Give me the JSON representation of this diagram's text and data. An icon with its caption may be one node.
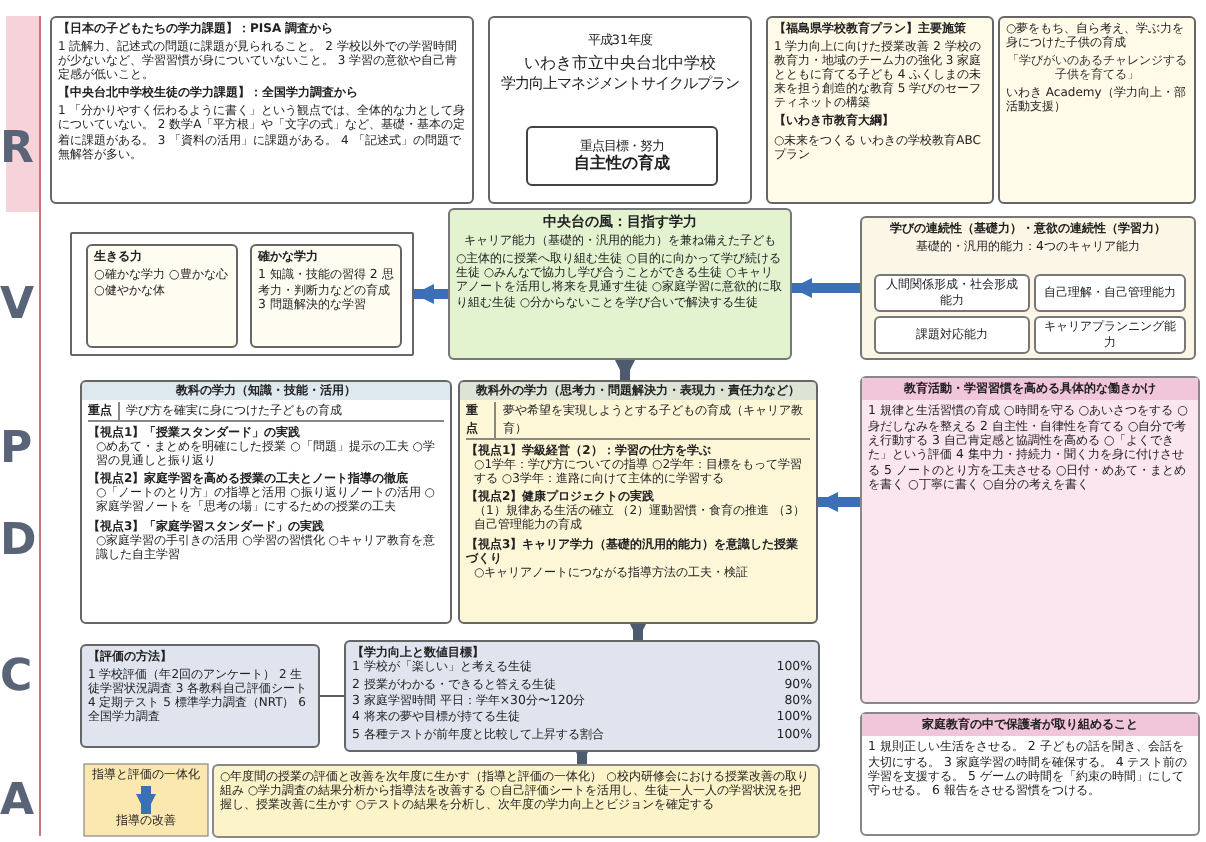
{
  "diagram": {
    "nodes": [
      {
        "text": [
          "【日本の子どもたちの学力課題】：PISA 調査から",
          "1 読解力、記述式の問題に課題が見られること。 2 学校以外での学習時間が少ないなど、学習習慣が身についていないこと。 3 学習の意欲や自己肯定感が低いこと。",
          "【中央台北中学校生徒の学力課題】：全国学力調査から",
          "1 「分かりやすく伝わるように書く」という観点では、全体的な力として身についていない。 2 数学A「平方根」や「文字の式」など、基礎・基本の定着に課題がある。 3 「資料の活用」に課題がある。 4 「記述式」の問題で無解答が多い。"
        ]
      },
      {
        "text": [
          "平成31年度",
          "いわき市立中央台北中学校",
          "学力向上マネジメントサイクルプラン"
        ]
      },
      {
        "text": [
          "重点目標・努力",
          "自主性の育成"
        ],
        "in": 1
      },
      {
        "text": [
          "【福島県学校教育プラン】主要施策",
          "1 学力向上に向けた授業改善 2 学校の教育力・地域のチーム力の強化 3 家庭とともに育てる子ども 4 ふくしまの未来を担う創造的な教育 5 学びのセーフティネットの構築",
          "【いわき市教育大綱】",
          "○未来をつくる いわきの学校教育ABCプラン"
        ]
      },
      {
        "text": [
          "○夢をもち、自ら考え、学ぶ力を身につけた子供の育成",
          "「学びがいのあるチャレンジする子供を育てる」",
          "いわき Academy（学力向上・部活動支援）"
        ]
      },
      {
        "text": [],
        "shape": "box"
      },
      {
        "text": [
          "生きる力",
          "○確かな学力 ○豊かな心 ○健やかな体"
        ],
        "in": 5
      },
      {
        "text": [
          "確かな学力",
          "1 知識・技能の習得 2 思考力・判断力などの育成 3 問題解決的な学習"
        ],
        "in": 5
      },
      {
        "text": [
          "中央台の風：目指す学力",
          "キャリア能力（基礎的・汎用的能力）を兼ね備えた子ども",
          "○主体的に授業へ取り組む生徒 ○目的に向かって学び続ける生徒 ○みんなで協力し学び合うことができる生徒 ○キャリアノートを活用し将来を見通す生徒 ○家庭学習に意欲的に取り組む生徒 ○分からないことを学び合いで解決する生徒"
        ]
      },
      {
        "text": [
          "学びの連続性（基礎力）・意欲の連続性（学習力）",
          "基礎的・汎用的能力：4つのキャリア能力"
        ]
      },
      {
        "text": [
          "人間関係形成・社会形成能力"
        ],
        "in": 9
      },
      {
        "text": [
          "自己理解・自己管理能力"
        ],
        "in": 9
      },
      {
        "text": [
          "課題対応能力"
        ],
        "in": 9
      },
      {
        "text": [
          "キャリアプランニング能力"
        ],
        "in": 9
      },
      {
        "text": [
          "教科の学力（知識・技能・活用）",
          "重点",
          "学び方を確実に身につけた子どもの育成",
          "【視点1】「授業スタンダード」の実践",
          "○めあて・まとめを明確にした授業 ○「問題」提示の工夫 ○学習の見通しと振り返り",
          "【視点2】家庭学習を高める授業の工夫とノート指導の徹底",
          "○「ノートのとり方」の指導と活用 ○振り返りノートの活用 ○家庭学習ノートを「思考の場」にするための授業の工夫",
          "【視点3】「家庭学習スタンダード」の実践",
          "○家庭学習の手引きの活用 ○学習の習慣化 ○キャリア教育を意識した自主学習"
        ]
      },
      {
        "text": [
          "教科外の学力（思考力・問題解決力・表現力・責任力など）",
          "重点",
          "夢や希望を実現しようとする子どもの育成（キャリア教育）",
          "【視点1】学級経営（2）：学習の仕方を学ぶ",
          "○1学年：学び方についての指導 ○2学年：目標をもって学習する ○3学年：進路に向けて主体的に学習する",
          "【視点2】健康プロジェクトの実践",
          "（1）規律ある生活の確立 （2）運動習慣・食育の推進 （3）自己管理能力の育成",
          "【視点3】キャリア学力（基礎的汎用的能力）を意識した授業づくり",
          "○キャリアノートにつながる指導方法の工夫・検証"
        ]
      },
      {
        "text": [
          "教育活動・学習習慣を高める具体的な働きかけ",
          "1 規律と生活習慣の育成 ○時間を守る ○あいさつをする ○身だしなみを整える 2 自主性・自律性を育てる ○自分で考え行動する 3 自己肯定感と協調性を高める ○「よくできた」という評価 4 集中力・持続力・聞く力を身に付けさせる 5 ノートのとり方を工夫させる ○日付・めあて・まとめを書く ○丁寧に書く ○自分の考えを書く"
        ]
      },
      {
        "text": [
          "家庭教育の中で保護者が取り組めること",
          "1 規則正しい生活をさせる。 2 子どもの話を聞き、会話を大切にする。 3 家庭学習の時間を確保する。 4 テスト前の学習を支援する。 5 ゲームの時間を「約束の時間」にして守らせる。 6 報告をさせる習慣をつける。"
        ]
      },
      {
        "text": [
          "【評価の方法】",
          "1 学校評価（年2回のアンケート） 2 生徒学習状況調査 3 各教科自己評価シート 4 定期テスト 5 標準学力調査（NRT） 6 全国学力調査"
        ]
      },
      {
        "text": [
          "【学力向上と数値目標】",
          "1 学校が「楽しい」と考える生徒",
          "100%",
          "2 授業がわかる・できると答える生徒",
          "90%",
          "3 家庭学習時間 平日：学年×30分〜120分",
          "80%",
          "4 将来の夢や目標が持てる生徒",
          "100%",
          "5 各種テストが前年度と比較して上昇する割合",
          "100%"
        ]
      },
      {
        "text": [
          "指導と評価の一体化"
        ]
      },
      {
        "text": [
          "指導の改善"
        ]
      },
      {
        "text": [
          "○年度間の授業の評価と改善を次年度に生かす（指導と評価の一体化） ○校内研修会における授業改善の取り組み ○学力調査の結果分析から指導法を改善する ○自己評価シートを活用し、生徒一人一人の学習状況を把握し、授業改善に生かす ○テストの結果を分析し、次年度の学力向上とビジョンを確定する"
        ]
      }
    ],
    "edges": [
      {
        "from": 9,
        "to": 8,
        "arrow": "to"
      },
      {
        "from": 8,
        "to": 5,
        "arrow": "to"
      },
      {
        "from": 8,
        "to": 15,
        "arrow": "to",
        "color": "#4d5b6e"
      },
      {
        "from": 16,
        "to": 15,
        "arrow": "to"
      },
      {
        "from": 15,
        "to": 19,
        "arrow": "to",
        "color": "#4d5b6e"
      },
      {
        "from": 18,
        "to": 19,
        "arrow": "none",
        "color": "#333333"
      },
      {
        "from": 19,
        "to": 22,
        "arrow": "to",
        "color": "#4d5b6e"
      },
      {
        "from": 20,
        "to": 21,
        "arrow": "to"
      }
    ],
    "labels": [
      "R",
      "V",
      "P",
      "D",
      "C",
      "A"
    ]
  }
}
